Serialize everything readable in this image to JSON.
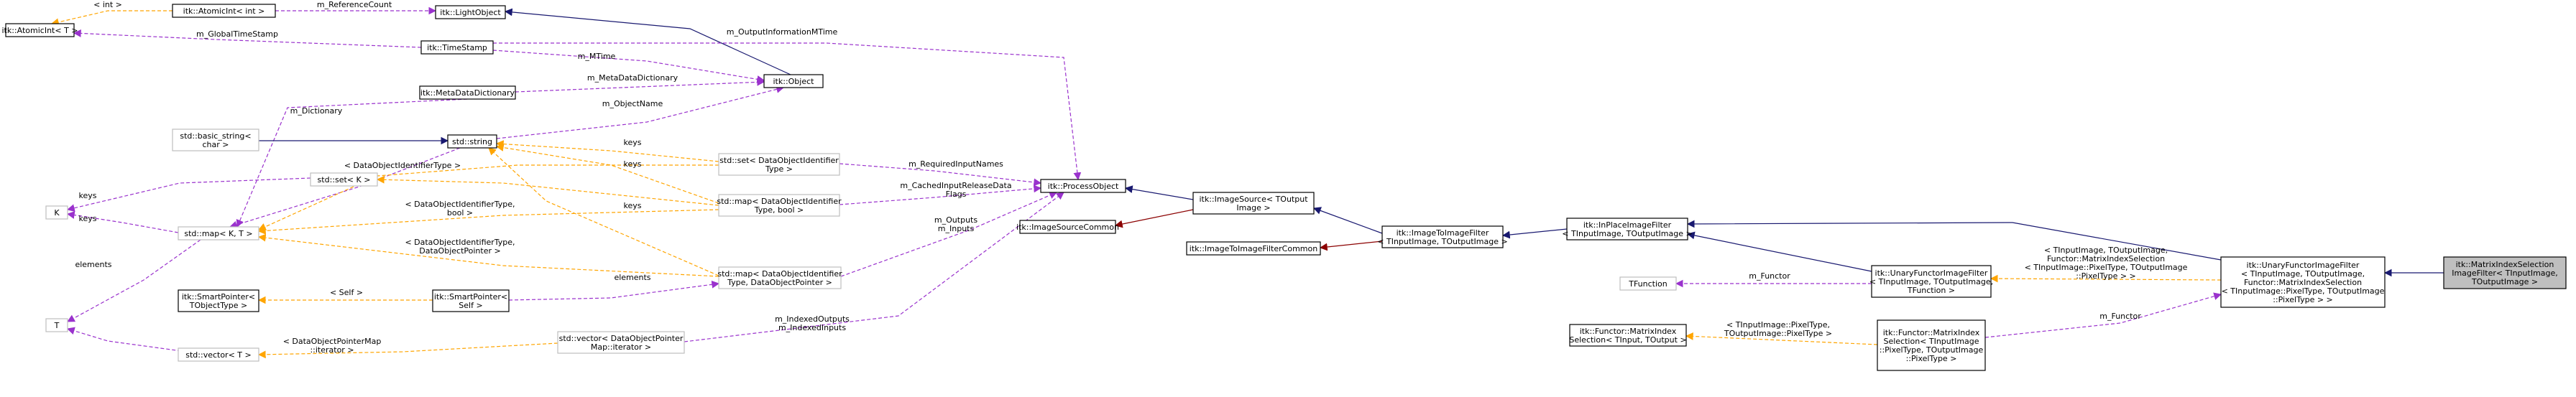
{
  "colors": {
    "inherit": "#191970",
    "usage": "#9a32cd",
    "template": "#ffa500",
    "protected": "#8b0000",
    "node_fill": "#ffffff",
    "node_border": "#000000",
    "node_border_light": "#bfbfbf",
    "highlight_fill": "#bfbfbf"
  },
  "nodes": [
    {
      "id": "atomicint_t",
      "lines": [
        "itk::AtomicInt< T >"
      ]
    },
    {
      "id": "atomicint_int",
      "lines": [
        "itk::AtomicInt< int >"
      ]
    },
    {
      "id": "lightobject",
      "lines": [
        "itk::LightObject"
      ]
    },
    {
      "id": "timestamp",
      "lines": [
        "itk::TimeStamp"
      ]
    },
    {
      "id": "metadatadict",
      "lines": [
        "itk::MetaDataDictionary"
      ]
    },
    {
      "id": "object",
      "lines": [
        "itk::Object"
      ]
    },
    {
      "id": "basic_string",
      "lines": [
        "std::basic_string<",
        "char >"
      ]
    },
    {
      "id": "std_string",
      "lines": [
        "std::string"
      ]
    },
    {
      "id": "set_k",
      "lines": [
        "std::set< K >"
      ]
    },
    {
      "id": "set_doit",
      "lines": [
        "std::set< DataObjectIdentifier",
        "Type >"
      ]
    },
    {
      "id": "map_doit_bool",
      "lines": [
        "std::map< DataObjectIdentifier",
        "Type, bool >"
      ]
    },
    {
      "id": "k_node",
      "lines": [
        "K"
      ]
    },
    {
      "id": "map_kt",
      "lines": [
        "std::map< K, T >"
      ]
    },
    {
      "id": "map_doit_dop",
      "lines": [
        "std::map< DataObjectIdentifier",
        "Type, DataObjectPointer >"
      ]
    },
    {
      "id": "t_node",
      "lines": [
        "T"
      ]
    },
    {
      "id": "smartptr_dot",
      "lines": [
        "itk::SmartPointer<",
        "TObjectType >"
      ]
    },
    {
      "id": "smartptr_self",
      "lines": [
        "itk::SmartPointer<",
        "Self >"
      ]
    },
    {
      "id": "vector_t",
      "lines": [
        "std::vector< T >"
      ]
    },
    {
      "id": "vector_dop",
      "lines": [
        "std::vector< DataObjectPointer",
        "Map::iterator >"
      ]
    },
    {
      "id": "processobject",
      "lines": [
        "itk::ProcessObject"
      ]
    },
    {
      "id": "imagesourcecommon",
      "lines": [
        "itk::ImageSourceCommon"
      ]
    },
    {
      "id": "imagesource",
      "lines": [
        "itk::ImageSource< TOutput",
        "Image >"
      ]
    },
    {
      "id": "imagetoimage",
      "lines": [
        "itk::ImageToImageFilter",
        "< TInputImage, TOutputImage >"
      ]
    },
    {
      "id": "imagetoimagecommon",
      "lines": [
        "itk::ImageToImageFilterCommon"
      ]
    },
    {
      "id": "inplace",
      "lines": [
        "itk::InPlaceImageFilter",
        "< TInputImage, TOutputImage >"
      ]
    },
    {
      "id": "tfunction",
      "lines": [
        "TFunction"
      ]
    },
    {
      "id": "functor_mis",
      "lines": [
        "itk::Functor::MatrixIndex",
        "Selection< TInput, TOutput >"
      ]
    },
    {
      "id": "unary_generic",
      "lines": [
        "itk::UnaryFunctorImageFilter",
        "< TInputImage, TOutputImage,",
        "TFunction >"
      ]
    },
    {
      "id": "functor_mis_inst",
      "lines": [
        "itk::Functor::MatrixIndex",
        "Selection< TInputImage",
        "::PixelType, TOutputImage",
        "::PixelType >"
      ]
    },
    {
      "id": "unary_inst",
      "lines": [
        "itk::UnaryFunctorImageFilter",
        "< TInputImage, TOutputImage,",
        "Functor::MatrixIndexSelection",
        "< TInputImage::PixelType, TOutputImage",
        "::PixelType > >"
      ]
    },
    {
      "id": "misif",
      "lines": [
        "itk::MatrixIndexSelection",
        "ImageFilter< TInputImage,",
        "TOutputImage >"
      ]
    }
  ],
  "edge_labels": [
    {
      "id": "lbl_int",
      "lines": [
        "< int >"
      ]
    },
    {
      "id": "lbl_refcount",
      "lines": [
        "m_ReferenceCount"
      ]
    },
    {
      "id": "lbl_globalts",
      "lines": [
        "m_GlobalTimeStamp"
      ]
    },
    {
      "id": "lbl_outinfo",
      "lines": [
        "m_OutputInformationMTime"
      ]
    },
    {
      "id": "lbl_mtime",
      "lines": [
        "m_MTime"
      ]
    },
    {
      "id": "lbl_mdd",
      "lines": [
        "m_MetaDataDictionary"
      ]
    },
    {
      "id": "lbl_dictionary",
      "lines": [
        "m_Dictionary"
      ]
    },
    {
      "id": "lbl_objname",
      "lines": [
        "m_ObjectName"
      ]
    },
    {
      "id": "lbl_keys1",
      "lines": [
        "keys"
      ]
    },
    {
      "id": "lbl_keys2",
      "lines": [
        "keys"
      ]
    },
    {
      "id": "lbl_keys3",
      "lines": [
        "keys"
      ]
    },
    {
      "id": "lbl_keys4",
      "lines": [
        "keys"
      ]
    },
    {
      "id": "lbl_keys5",
      "lines": [
        "keys"
      ]
    },
    {
      "id": "lbl_doit",
      "lines": [
        "< DataObjectIdentifierType >"
      ]
    },
    {
      "id": "lbl_reqinput",
      "lines": [
        "m_RequiredInputNames"
      ]
    },
    {
      "id": "lbl_cached",
      "lines": [
        "m_CachedInputReleaseData",
        "Flags"
      ]
    },
    {
      "id": "lbl_doit_bool",
      "lines": [
        "< DataObjectIdentifierType,",
        "bool >"
      ]
    },
    {
      "id": "lbl_outputs",
      "lines": [
        "m_Outputs",
        "m_Inputs"
      ]
    },
    {
      "id": "lbl_doit_dop",
      "lines": [
        "< DataObjectIdentifierType,",
        "DataObjectPointer >"
      ]
    },
    {
      "id": "lbl_elements1",
      "lines": [
        "elements"
      ]
    },
    {
      "id": "lbl_elements2",
      "lines": [
        "elements"
      ]
    },
    {
      "id": "lbl_self",
      "lines": [
        "< Self >"
      ]
    },
    {
      "id": "lbl_indexed",
      "lines": [
        "m_IndexedOutputs",
        "m_IndexedInputs"
      ]
    },
    {
      "id": "lbl_dopmap",
      "lines": [
        "< DataObjectPointerMap",
        "::iterator >"
      ]
    },
    {
      "id": "lbl_functor1",
      "lines": [
        "m_Functor"
      ]
    },
    {
      "id": "lbl_functor2",
      "lines": [
        "m_Functor"
      ]
    },
    {
      "id": "lbl_pixeltype",
      "lines": [
        "< TInputImage::PixelType,",
        "TOutputImage::PixelType >"
      ]
    },
    {
      "id": "lbl_unary_tpl",
      "lines": [
        "< TInputImage, TOutputImage,",
        "Functor::MatrixIndexSelection",
        "< TInputImage::PixelType, TOutputImage",
        "::PixelType > >"
      ]
    }
  ]
}
